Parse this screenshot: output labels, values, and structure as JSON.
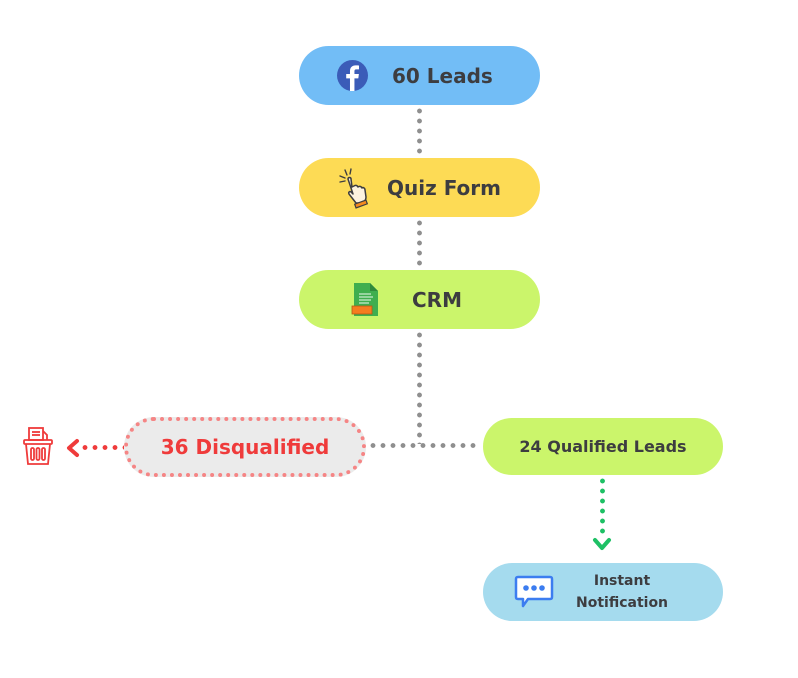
{
  "flow": {
    "source": {
      "label": "60 Leads",
      "icon": "facebook-icon",
      "color": "#72bdf6"
    },
    "step_quiz": {
      "label": "Quiz Form",
      "icon": "pointer-click-icon",
      "color": "#fddb55"
    },
    "step_crm": {
      "label": "CRM",
      "icon": "document-icon",
      "color": "#cbf56b"
    },
    "disqualified": {
      "label": "36 Disqualified",
      "icon": "trash-icon",
      "color": "#ef3b3b"
    },
    "qualified": {
      "label": "24 Qualified Leads",
      "color": "#cbf56b"
    },
    "notification": {
      "line1": "Instant",
      "line2": "Notification",
      "icon": "chat-bubble-icon",
      "color": "#a5dbee"
    }
  }
}
